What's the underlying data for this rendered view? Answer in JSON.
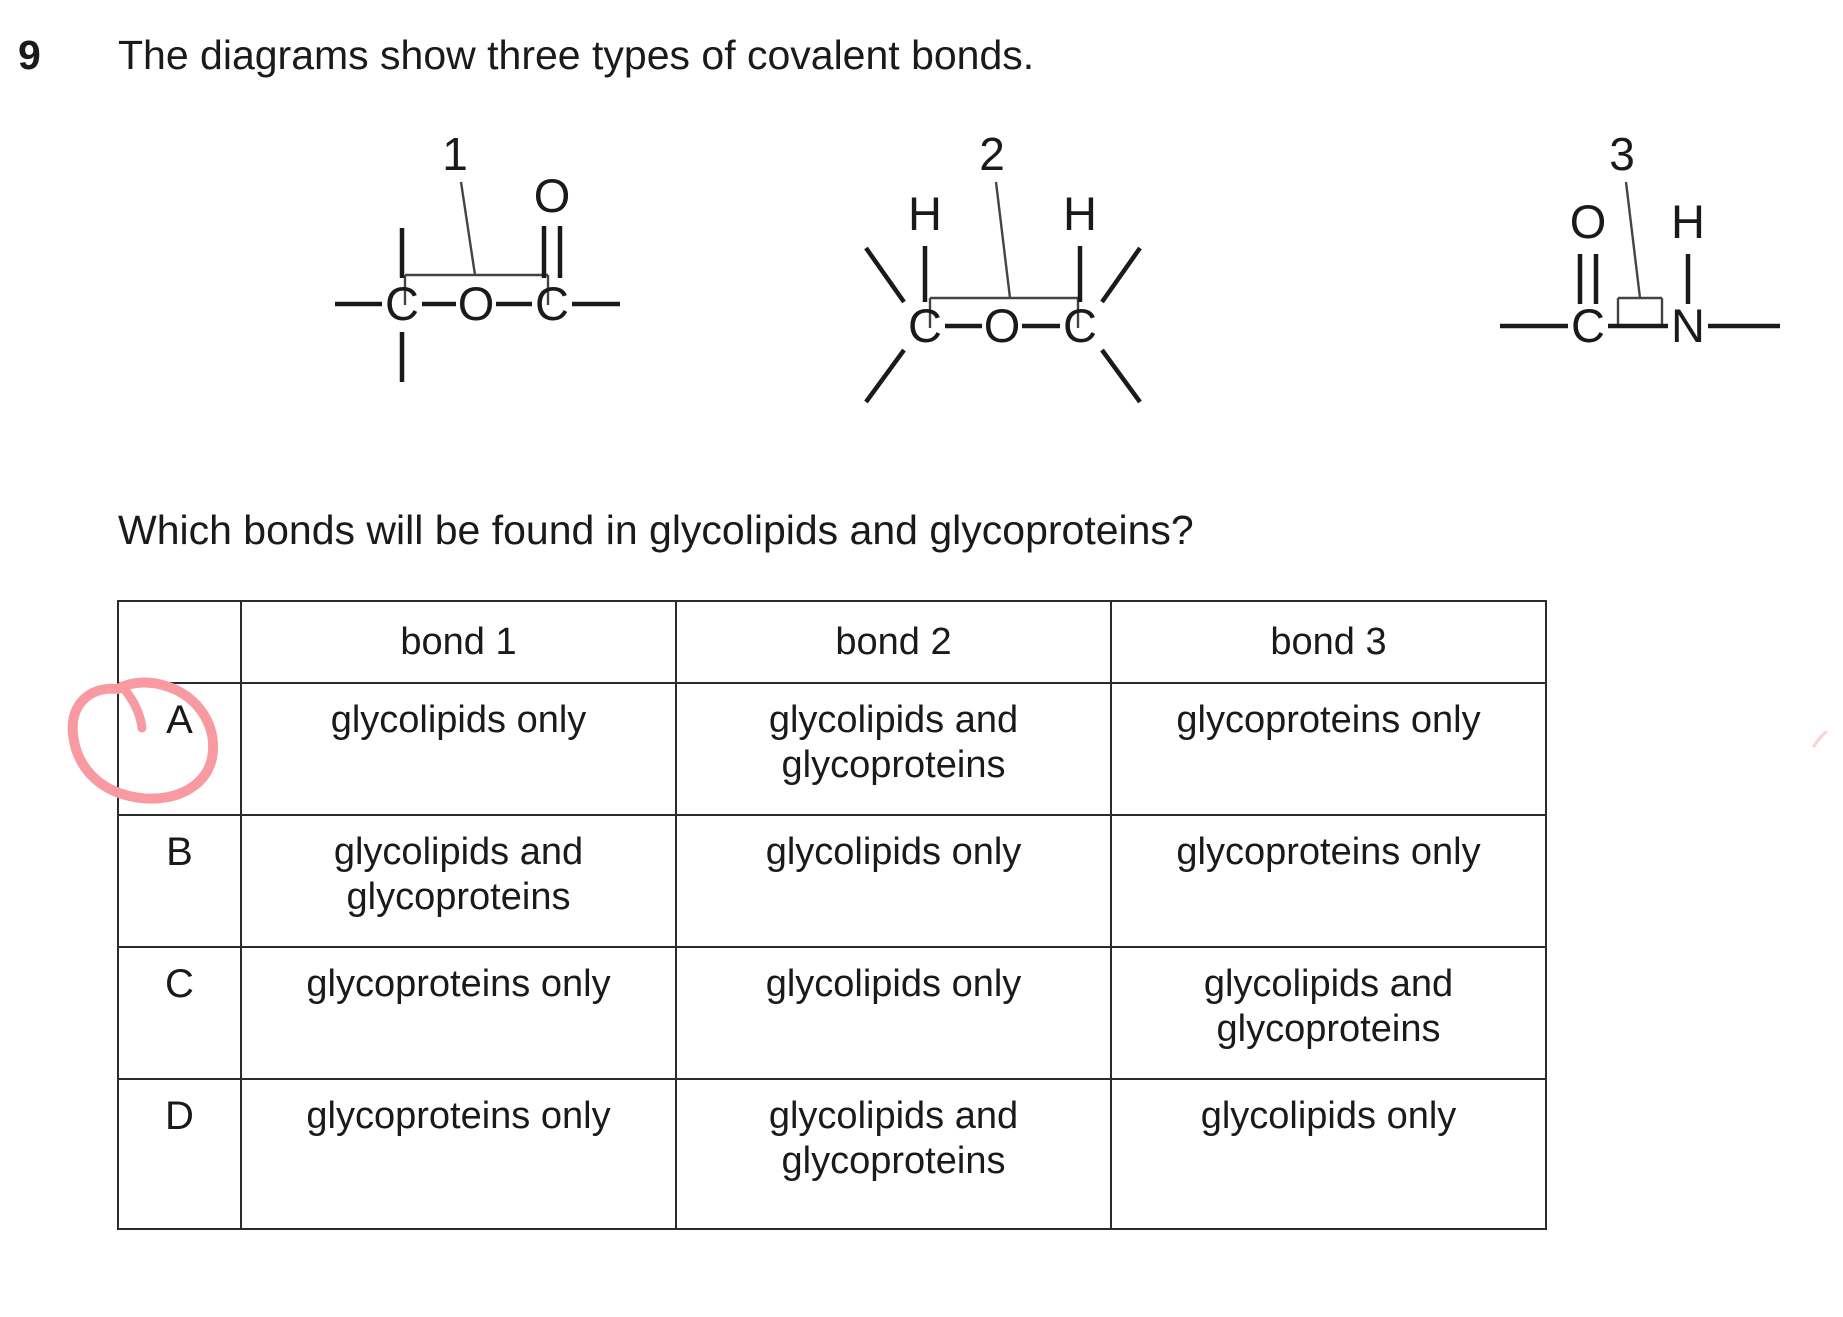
{
  "question": {
    "number": "9",
    "stem": "The diagrams show three types of covalent bonds.",
    "sub_question": "Which bonds will be found in glycolipids and glycoproteins?"
  },
  "diagrams": {
    "label_1": "1",
    "label_2": "2",
    "label_3": "3",
    "bond1": {
      "caption": "1",
      "atoms": [
        "C",
        "O",
        "C",
        "O"
      ],
      "description": "ester bond: C-O-C with carbonyl O double bonded to right C"
    },
    "bond2": {
      "caption": "2",
      "atoms": [
        "H",
        "C",
        "O",
        "C",
        "H"
      ],
      "description": "glycosidic bond: H-C-O-C-H"
    },
    "bond3": {
      "caption": "3",
      "atoms": [
        "O",
        "C",
        "N",
        "H"
      ],
      "description": "peptide bond: C(=O)-N-H"
    }
  },
  "answer_table": {
    "headers": [
      "",
      "bond 1",
      "bond 2",
      "bond 3"
    ],
    "rows": [
      {
        "letter": "A",
        "bond1": "glycolipids only",
        "bond2": "glycolipids and glycoproteins",
        "bond3": "glycoproteins only"
      },
      {
        "letter": "B",
        "bond1": "glycolipids and glycoproteins",
        "bond2": "glycolipids only",
        "bond3": "glycoproteins only"
      },
      {
        "letter": "C",
        "bond1": "glycoproteins only",
        "bond2": "glycolipids only",
        "bond3": "glycolipids and glycoproteins"
      },
      {
        "letter": "D",
        "bond1": "glycoproteins only",
        "bond2": "glycolipids and glycoproteins",
        "bond3": "glycolipids only"
      }
    ]
  },
  "annotation": {
    "type": "handwritten-circle",
    "target": "A",
    "color": "#f99aa2"
  }
}
